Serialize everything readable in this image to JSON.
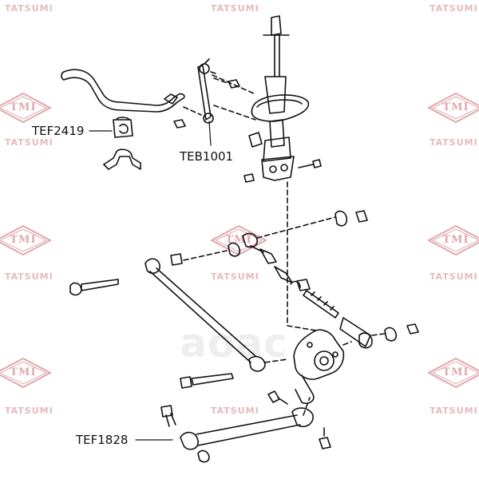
{
  "watermarks": {
    "brand_text": "TATSUMI",
    "logo_text": "TMI",
    "center_mark": "aoac"
  },
  "callouts": {
    "stabilizer_bushing": "TEF2419",
    "stabilizer_link": "TEB1001",
    "rear_arm_bushing": "TEF1828"
  },
  "colors": {
    "line": "#111111",
    "watermark": "#e5b9bd"
  }
}
